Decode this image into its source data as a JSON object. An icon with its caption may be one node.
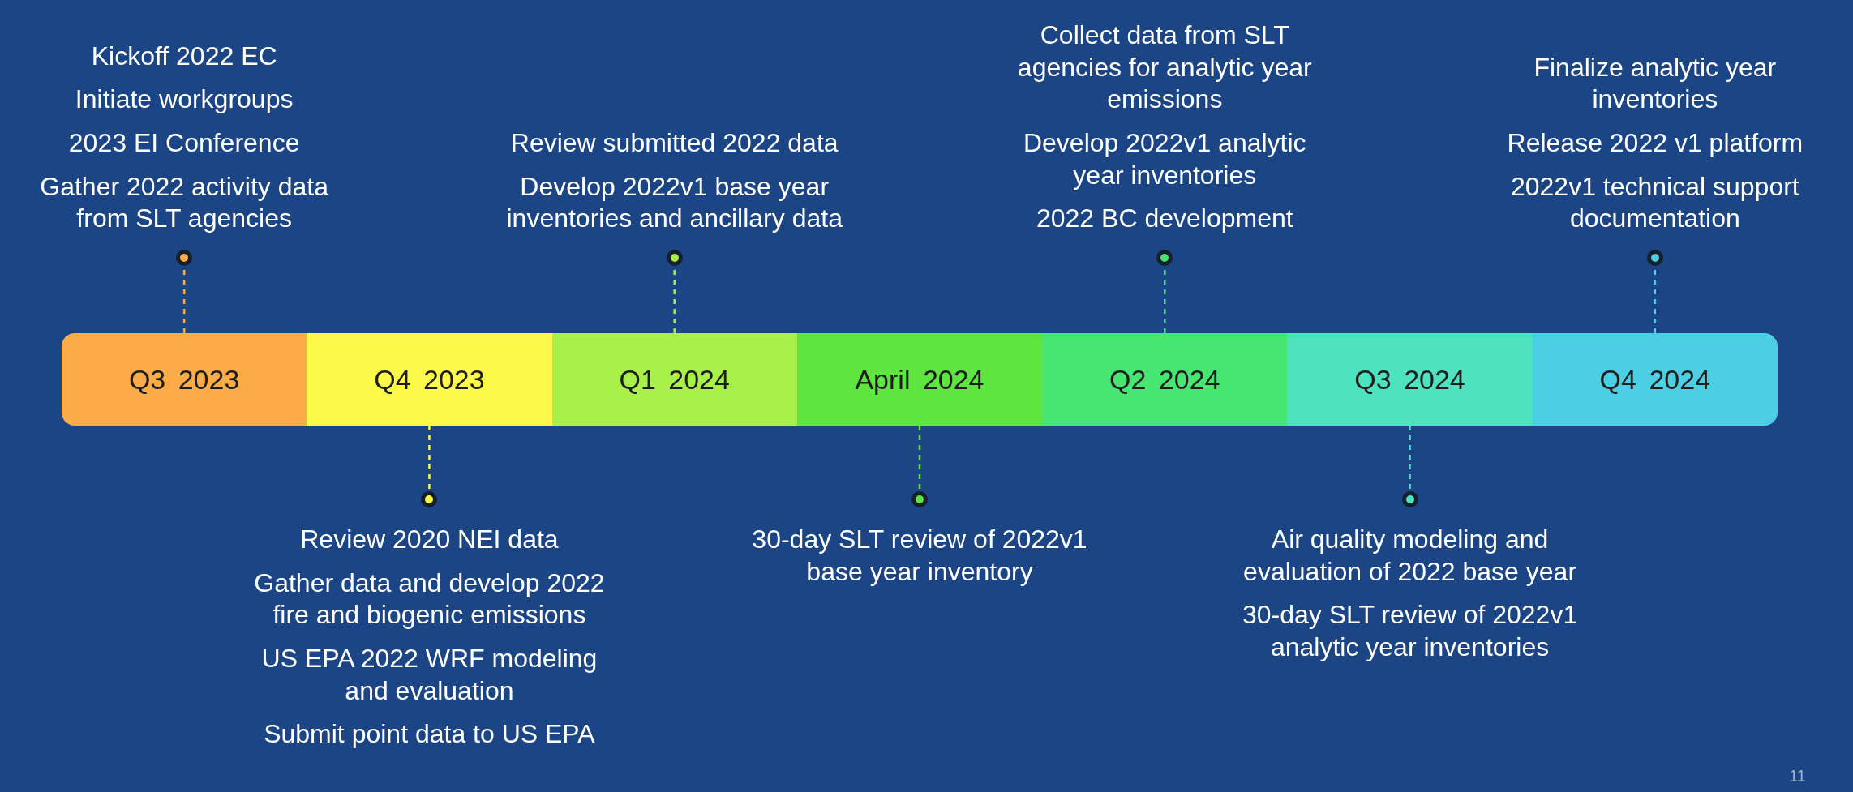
{
  "diagram": {
    "nodes": [
      {
        "text": [
          "Q3 2023"
        ]
      },
      {
        "text": [
          "Q4 2023"
        ]
      },
      {
        "text": [
          "Q1 2024"
        ]
      },
      {
        "text": [
          "April 2024"
        ]
      },
      {
        "text": [
          "Q2 2024"
        ]
      },
      {
        "text": [
          "Q3 2024"
        ]
      },
      {
        "text": [
          "Q4 2024"
        ]
      },
      {
        "text": [],
        "shape": "circle",
        "beside": [
          "Kickoff 2022 EC",
          "Initiate workgroups",
          "2023 EI Conference",
          "Gather 2022 activity data from SLT agencies"
        ]
      },
      {
        "text": [],
        "shape": "circle",
        "beside": [
          "Review 2020 NEI data",
          "Gather data and develop 2022 fire and biogenic emissions",
          "US EPA 2022 WRF modeling and evaluation",
          "Submit point data to US EPA"
        ]
      },
      {
        "text": [],
        "shape": "circle",
        "beside": [
          "Review submitted 2022 data",
          "Develop 2022v1 base year inventories and ancillary data"
        ]
      },
      {
        "text": [],
        "shape": "circle",
        "beside": [
          "30-day SLT review of 2022v1 base year inventory"
        ]
      },
      {
        "text": [],
        "shape": "circle",
        "beside": [
          "Collect data from SLT agencies for analytic year emissions",
          "Develop 2022v1 analytic year inventories",
          "2022 BC development"
        ]
      },
      {
        "text": [],
        "shape": "circle",
        "beside": [
          "Air quality modeling and evaluation of 2022 base year",
          "30-day SLT review of 2022v1 analytic year inventories"
        ]
      },
      {
        "text": [],
        "shape": "circle",
        "beside": [
          "Finalize analytic year inventories",
          "Release 2022 v1 platform",
          "2022v1 technical support documentation"
        ]
      }
    ],
    "edges": [
      {
        "from": 0,
        "to": 7,
        "arrow": "none",
        "style": "dashed",
        "color": "#fbab47"
      },
      {
        "from": 1,
        "to": 8,
        "arrow": "none",
        "style": "dashed",
        "color": "#fdf94a"
      },
      {
        "from": 2,
        "to": 9,
        "arrow": "none",
        "style": "dashed",
        "color": "#a9f04a"
      },
      {
        "from": 3,
        "to": 10,
        "arrow": "none",
        "style": "dashed",
        "color": "#5fe53f"
      },
      {
        "from": 4,
        "to": 11,
        "arrow": "none",
        "style": "dashed",
        "color": "#47e673"
      },
      {
        "from": 5,
        "to": 12,
        "arrow": "none",
        "style": "dashed",
        "color": "#4de3bf"
      },
      {
        "from": 6,
        "to": 13,
        "arrow": "none",
        "style": "dashed",
        "color": "#4ccfe3"
      }
    ],
    "labels": [
      "11"
    ]
  }
}
